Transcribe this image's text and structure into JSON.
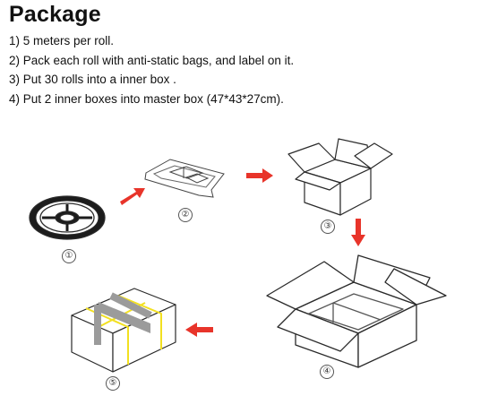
{
  "heading": "Package",
  "steps": [
    "1) 5 meters per roll.",
    "2) Pack each roll with anti-static bags, and label on it.",
    "3) Put 30 rolls into a inner box .",
    "4) Put 2 inner boxes into master box (47*43*27cm)."
  ],
  "step_markers": [
    "①",
    "②",
    "③",
    "④",
    "⑤"
  ],
  "colors": {
    "arrow": "#e8342a",
    "tape": "#f2e020",
    "tape_gray": "#9b9b9b",
    "line": "#2a2a2a"
  }
}
